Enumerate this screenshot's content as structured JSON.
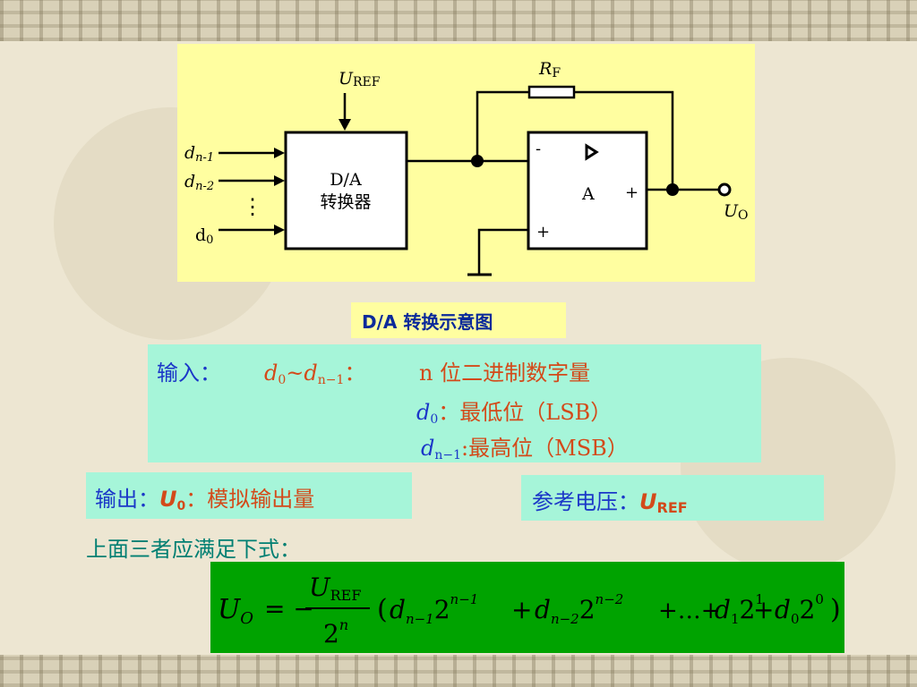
{
  "diagram": {
    "uref_main": "U",
    "uref_sub": "REF",
    "rf_main": "R",
    "rf_sub": "F",
    "in1_main": "d",
    "in1_sub": "n-1",
    "in2_main": "d",
    "in2_sub": "n-2",
    "in_dots": "⋮",
    "in0_main": "d",
    "in0_sub": "0",
    "converter_line1": "D/A",
    "converter_line2": "转换器",
    "opamp_minus": "-",
    "opamp_plus_in": "+",
    "opamp_label": "A",
    "opamp_plus_out": "+",
    "out_main": "U",
    "out_sub": "O"
  },
  "caption": "D/A 转换示意图",
  "input": {
    "label": "输入：",
    "range_d": "d",
    "range_sub0": "0",
    "range_tilde": "~",
    "range_d2": "d",
    "range_sub_n1": "n−1",
    "range_colon": "：",
    "desc": "n 位二进制数字量",
    "lsb_d": "d",
    "lsb_sub": "0",
    "lsb_text": "：最低位（LSB）",
    "msb_d": "d",
    "msb_sub": "n−1",
    "msb_text": ":最高位（MSB）"
  },
  "output": {
    "label": "输出：",
    "var": "U",
    "var_sub": "0",
    "desc": "：模拟输出量"
  },
  "reference": {
    "label": "参考电压：",
    "var": "U",
    "var_sub": "REF"
  },
  "heading": "上面三者应满足下式：",
  "formula": {
    "lhs_main": "U",
    "lhs_sub": "O",
    "equals": "= −",
    "num_main": "U",
    "num_sub": "REF",
    "den_main": "2",
    "den_sup": "n",
    "open": "(",
    "t1_d": "d",
    "t1_sub": "n−1",
    "t1_base": "2",
    "t1_sup": "n−1",
    "plus1": "+",
    "t2_d": "d",
    "t2_sub": "n−2",
    "t2_base": "2",
    "t2_sup": "n−2",
    "plus_dots": "+…+",
    "t3_d": "d",
    "t3_sub": "1",
    "t3_base": "2",
    "t3_sup": "1",
    "plus3": "+",
    "t4_d": "d",
    "t4_sub": "0",
    "t4_base": "2",
    "t4_sup": "0",
    "close": ")"
  },
  "colors": {
    "diagram_bg": "#fffea0",
    "box_cyan": "#a6f5d9",
    "formula_bg": "#00a300",
    "blue_text": "#1b37c8",
    "orange_text": "#d34a1a",
    "teal_text": "#007f72"
  }
}
